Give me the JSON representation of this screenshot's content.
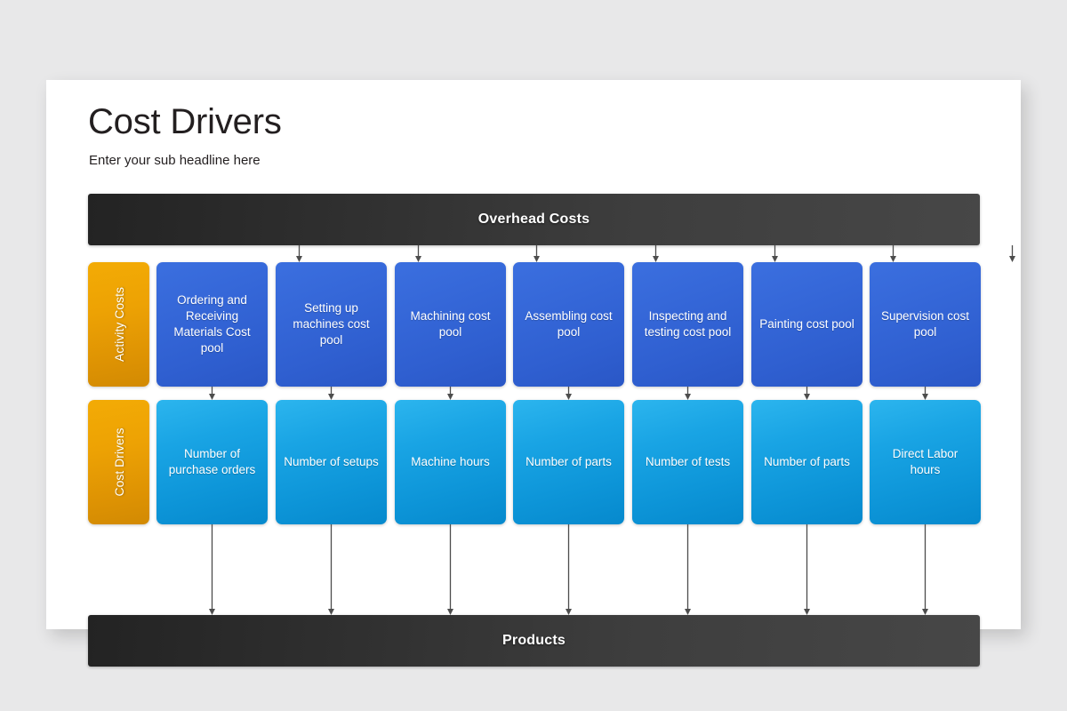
{
  "slide": {
    "title": "Cost Drivers",
    "subtitle": "Enter your sub headline here"
  },
  "diagram": {
    "top_banner": "Overhead Costs",
    "bottom_banner": "Products",
    "row_labels": {
      "activity": "Activity Costs",
      "drivers": "Cost Drivers"
    },
    "activity_cost_pools": [
      "Ordering and Receiving Materials Cost pool",
      "Setting up machines cost pool",
      "Machining cost pool",
      "Assembling cost pool",
      "Inspecting and testing cost pool",
      "Painting cost pool",
      "Supervision cost pool"
    ],
    "cost_drivers": [
      "Number of purchase orders",
      "Number of setups",
      "Machine hours",
      "Number of parts",
      "Number of tests",
      "Number of parts",
      "Direct Labor hours"
    ]
  },
  "colors": {
    "background": "#e8e8e9",
    "card": "#ffffff",
    "banner_dark": "#2f2f2f",
    "side_label_orange": "#eda204",
    "activity_blue": "#3567d8",
    "driver_cyan": "#19a4e4",
    "arrow_gray": "#4d4d4d",
    "title_text": "#231f20"
  }
}
